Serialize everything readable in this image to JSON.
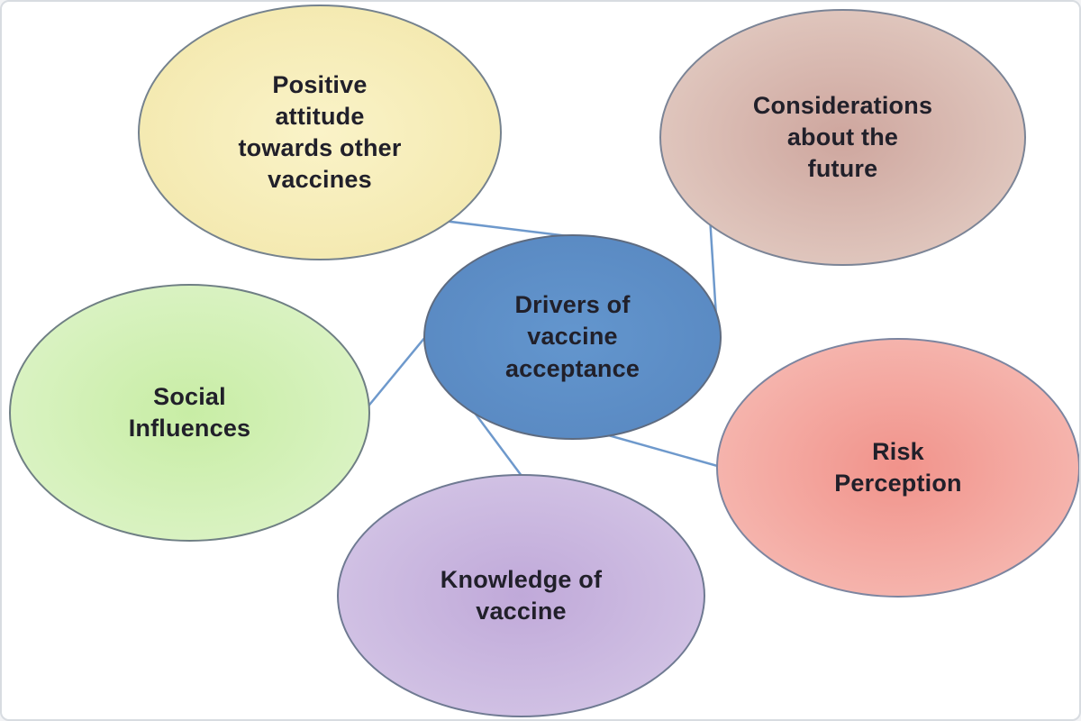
{
  "diagram": {
    "description": "Drivers of vaccine acceptance concept map",
    "background_color": "#ffffff",
    "frame_border_color": "#d8dce1",
    "connector_color": "#6e99cc",
    "text_color": "#21202a",
    "nodes": {
      "drivers": {
        "label": "Drivers of\nvaccine\nacceptance",
        "role": "center",
        "colors": {
          "center": "#6396ce",
          "edge": "#5786bf",
          "border": "#5e6b80"
        }
      },
      "positive_attitude": {
        "label": "Positive\nattitude\ntowards other\nvaccines",
        "role": "factor",
        "colors": {
          "center": "#faf3c8",
          "edge": "#f2e6a8",
          "border": "#75828e"
        }
      },
      "considerations": {
        "label": "Considerations\nabout the\nfuture",
        "role": "factor",
        "colors": {
          "center": "#cea69e",
          "edge": "#e6d2c9",
          "border": "#7b8496"
        }
      },
      "social_influences": {
        "label": "Social\nInfluences",
        "role": "factor",
        "colors": {
          "center": "#c8eda5",
          "edge": "#e0f5cd",
          "border": "#6f7f84"
        }
      },
      "knowledge": {
        "label": "Knowledge of\nvaccine",
        "role": "factor",
        "colors": {
          "center": "#c0a9d9",
          "edge": "#d7cae8",
          "border": "#6f7a92"
        }
      },
      "risk_perception": {
        "label": "Risk\nPerception",
        "role": "factor",
        "colors": {
          "center": "#f1938b",
          "edge": "#f7c1ba",
          "border": "#7c85a0"
        }
      }
    },
    "connections": [
      {
        "from": "positive_attitude",
        "to": "drivers"
      },
      {
        "from": "considerations",
        "to": "drivers"
      },
      {
        "from": "social_influences",
        "to": "drivers"
      },
      {
        "from": "knowledge",
        "to": "drivers"
      },
      {
        "from": "risk_perception",
        "to": "drivers"
      }
    ]
  }
}
